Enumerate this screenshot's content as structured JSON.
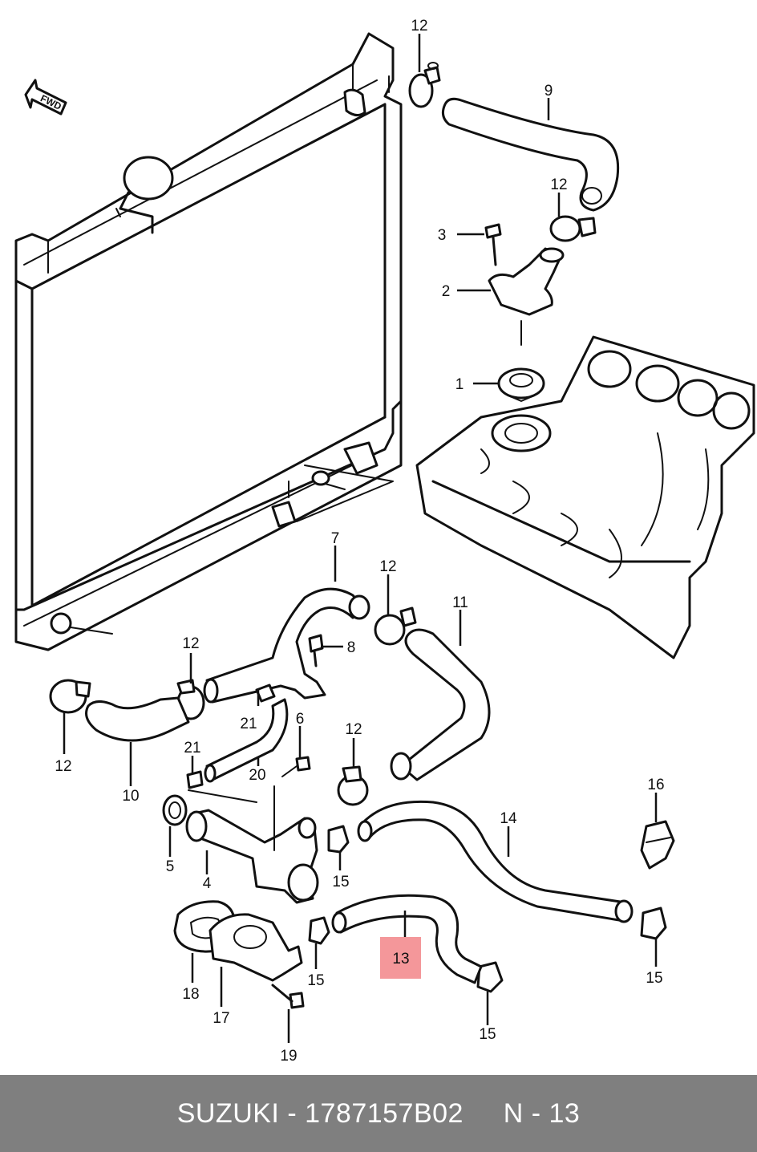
{
  "diagram": {
    "fwd_label": "FWD",
    "highlight_color": "#f4979a",
    "callouts": [
      {
        "id": "c1",
        "label": "1"
      },
      {
        "id": "c2",
        "label": "2"
      },
      {
        "id": "c3",
        "label": "3"
      },
      {
        "id": "c4",
        "label": "4"
      },
      {
        "id": "c5",
        "label": "5"
      },
      {
        "id": "c6",
        "label": "6"
      },
      {
        "id": "c7",
        "label": "7"
      },
      {
        "id": "c8",
        "label": "8"
      },
      {
        "id": "c9",
        "label": "9"
      },
      {
        "id": "c10",
        "label": "10"
      },
      {
        "id": "c11",
        "label": "11"
      },
      {
        "id": "c12a",
        "label": "12"
      },
      {
        "id": "c12b",
        "label": "12"
      },
      {
        "id": "c12c",
        "label": "12"
      },
      {
        "id": "c12d",
        "label": "12"
      },
      {
        "id": "c12e",
        "label": "12"
      },
      {
        "id": "c12f",
        "label": "12"
      },
      {
        "id": "c13",
        "label": "13",
        "highlighted": true
      },
      {
        "id": "c14",
        "label": "14"
      },
      {
        "id": "c15a",
        "label": "15"
      },
      {
        "id": "c15b",
        "label": "15"
      },
      {
        "id": "c15c",
        "label": "15"
      },
      {
        "id": "c15d",
        "label": "15"
      },
      {
        "id": "c16",
        "label": "16"
      },
      {
        "id": "c17",
        "label": "17"
      },
      {
        "id": "c18",
        "label": "18"
      },
      {
        "id": "c19",
        "label": "19"
      },
      {
        "id": "c20",
        "label": "20"
      },
      {
        "id": "c21a",
        "label": "21"
      },
      {
        "id": "c21b",
        "label": "21"
      }
    ]
  },
  "footer": {
    "brand": "SUZUKI",
    "separator": " - ",
    "part_number": "1787157B02",
    "page": "N - 13",
    "background": "#7f7f7f"
  }
}
